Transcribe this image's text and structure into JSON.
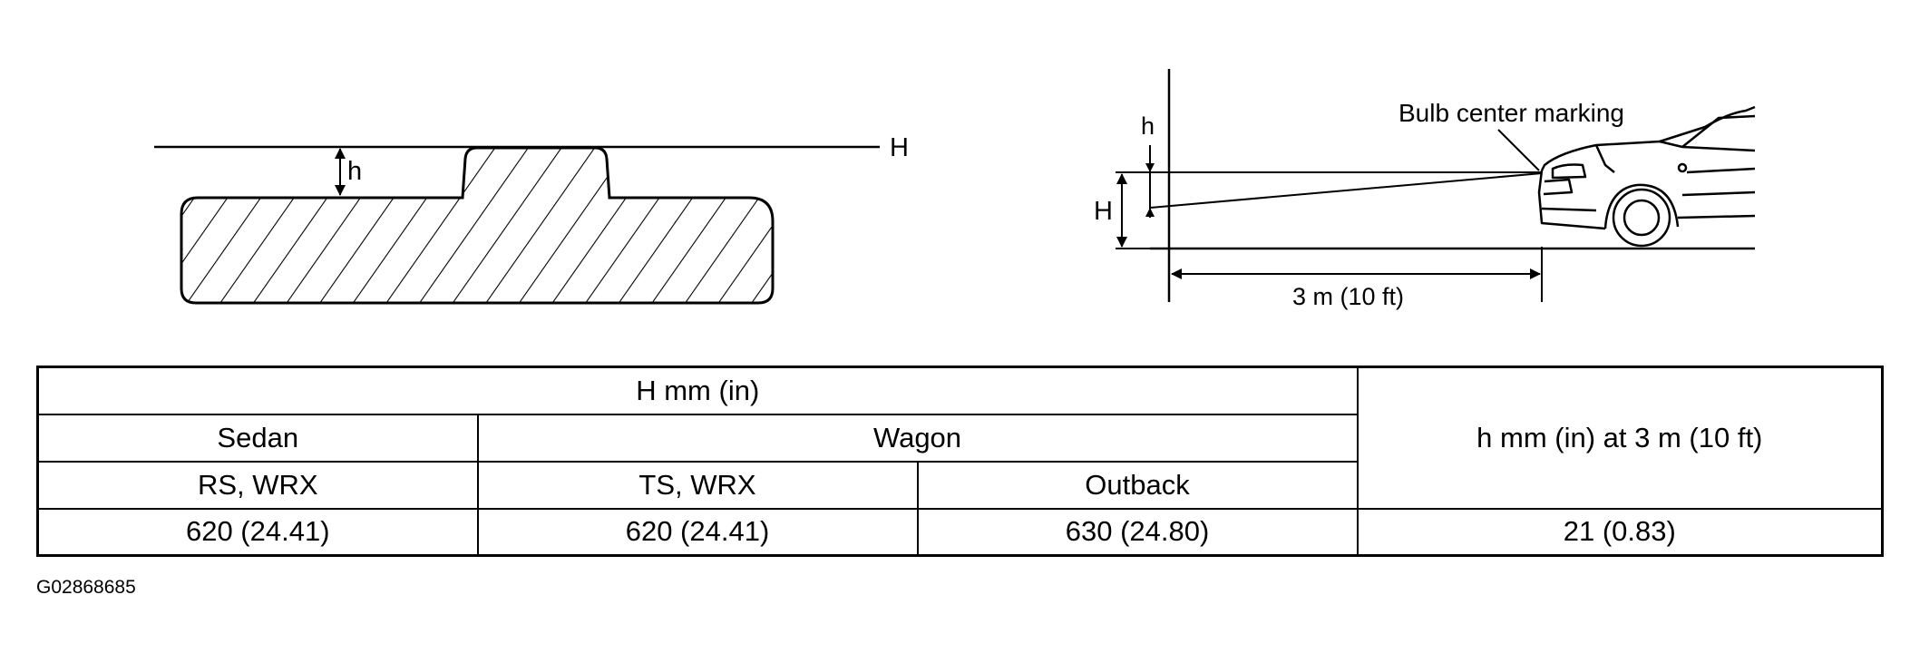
{
  "diagram": {
    "left_labels": {
      "h": "h",
      "H": "H"
    },
    "right_labels": {
      "h": "h",
      "H": "H",
      "bulb": "Bulb center marking",
      "distance": "3 m (10 ft)"
    }
  },
  "table": {
    "header_top": "H mm (in)",
    "header_right": "h mm (in) at 3 m (10 ft)",
    "group_sedan": "Sedan",
    "group_wagon": "Wagon",
    "sub_headers": [
      "RS, WRX",
      "TS, WRX",
      "Outback"
    ],
    "values": [
      "620 (24.41)",
      "620 (24.41)",
      "630 (24.80)",
      "21 (0.83)"
    ]
  },
  "figure_code": "G02868685"
}
